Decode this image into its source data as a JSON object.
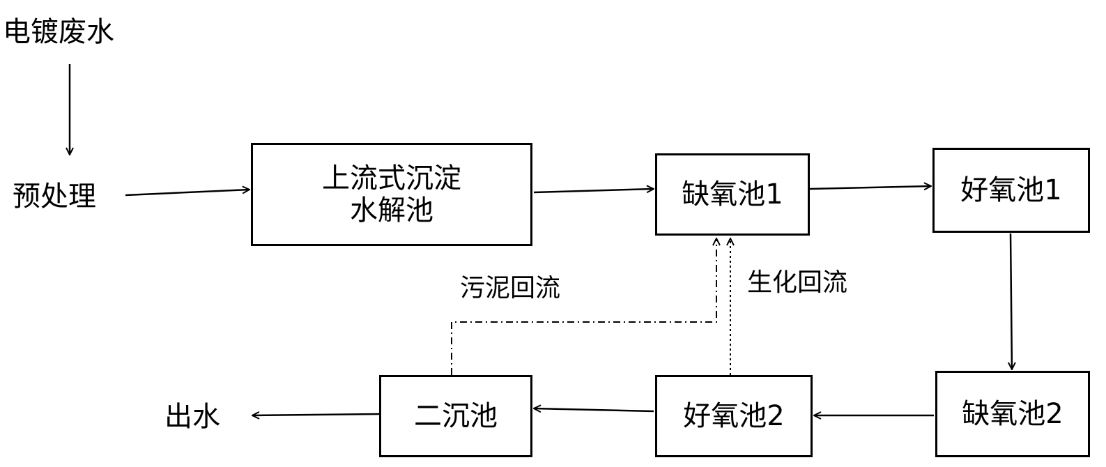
{
  "source": {
    "label": "电镀废水"
  },
  "pretreatment": {
    "label": "预处理"
  },
  "upflow_tank": {
    "line1": "上流式沉淀",
    "line2": "水解池"
  },
  "anoxic_1": {
    "label": "缺氧池1"
  },
  "aerobic_1": {
    "label": "好氧池1"
  },
  "anoxic_2": {
    "label": "缺氧池2"
  },
  "aerobic_2": {
    "label": "好氧池2"
  },
  "secondary_clarifier": {
    "label": "二沉池"
  },
  "effluent": {
    "label": "出水"
  },
  "sludge_return": {
    "label": "污泥回流"
  },
  "bio_return": {
    "label": "生化回流"
  }
}
